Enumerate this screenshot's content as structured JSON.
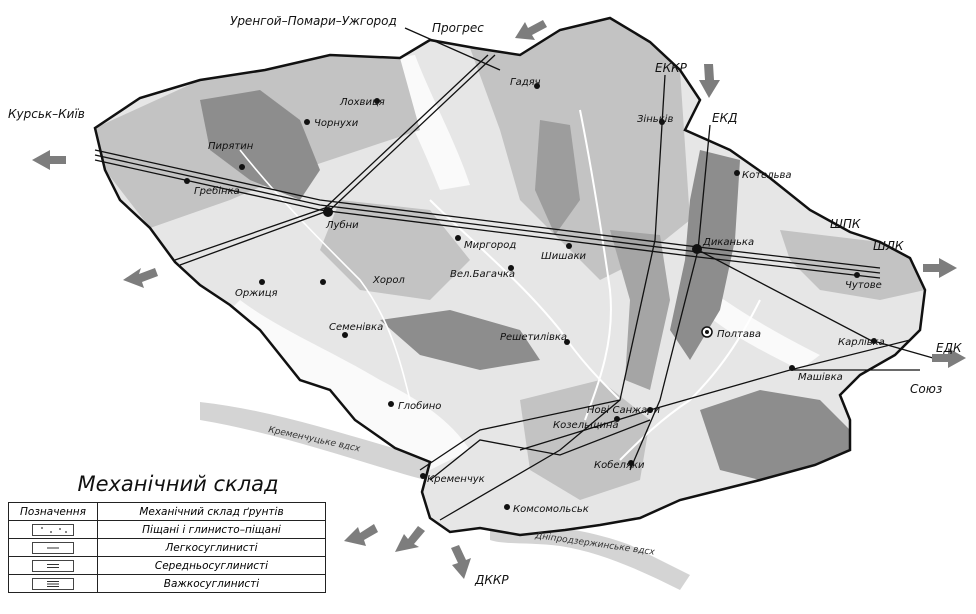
{
  "map": {
    "pipelines": {
      "urengoy": "Уренгой–Помари–Ужгород",
      "progres": "Прогрес",
      "kursk_kyiv": "Курськ–Київ",
      "ekkr": "ЕККР",
      "ekd": "ЕКД",
      "shpk": "ШПК",
      "shlk": "ШЛК",
      "edk": "ЕДК",
      "soyuz": "Союз",
      "dkkr": "ДККР"
    },
    "cities": {
      "lokhvytsia": "Лохвиця",
      "chornukhy": "Чорнухи",
      "hadiach": "Гадяч",
      "zinkiv": "Зіньків",
      "kotelva": "Котельва",
      "pyriatyn": "Пирятин",
      "hrebinka": "Гребінка",
      "lubny": "Лубни",
      "myrhorod": "Миргород",
      "shyshaky": "Шишаки",
      "dykanka": "Диканька",
      "chutove": "Чутове",
      "khorol": "Хорол",
      "vel_bahachka": "Вел.Багачка",
      "orzhytsia": "Оржиця",
      "semenivka": "Семенівка",
      "reshetylivka": "Решетилівка",
      "poltava": "Полтава",
      "karlivka": "Карлівка",
      "mashivka": "Машівка",
      "hlobyne": "Глобино",
      "novi_sanzhary": "Нові Санжари",
      "kozelshchyna": "Козельщина",
      "kobeliaky": "Кобеляки",
      "kremenchuk": "Кременчук",
      "komsomolsk": "Комсомольськ"
    },
    "water": {
      "kremenchuk_res": "Кременчуцьке вдсх",
      "dnipro_res": "Дніпродзержинське вдсх"
    }
  },
  "legend": {
    "title": "Механічний склад",
    "headers": [
      "Позначення",
      "Механічний склад ґрунтів"
    ],
    "rows": [
      {
        "symbol": "dots-icon",
        "label": "Піщані і глинисто–піщані"
      },
      {
        "symbol": "single-dash-icon",
        "label": "Легкосуглинисті"
      },
      {
        "symbol": "double-dash-icon",
        "label": "Середньосуглинисті"
      },
      {
        "symbol": "triple-dash-icon",
        "label": "Важкосуглинисті"
      }
    ]
  },
  "colors": {
    "sandy": "#fafafa",
    "light_loam": "#e6e6e6",
    "medium_loam": "#c3c3c3",
    "heavy_loam": "#8d8d8d",
    "reservoir": "#d4d4d4",
    "arrow": "#7d7d7d"
  }
}
